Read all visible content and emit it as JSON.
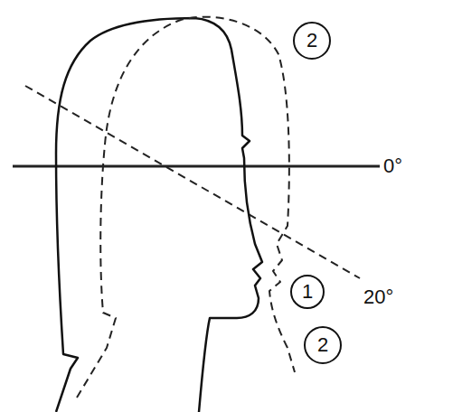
{
  "diagram": {
    "nodes": [
      {
        "text": [
          "2"
        ]
      },
      {
        "text": [
          "1"
        ]
      },
      {
        "text": [
          "2"
        ]
      }
    ],
    "labels": [
      "0°",
      "20°"
    ]
  }
}
